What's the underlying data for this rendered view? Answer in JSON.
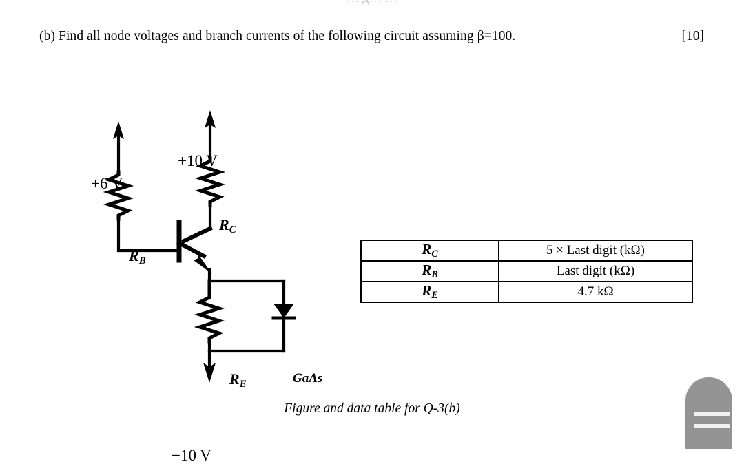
{
  "document": {
    "top_cutoff_text": "… д… …",
    "question": {
      "text": "(b) Find all node voltages and branch currents of the following circuit assuming β=100.",
      "marks": "[10]"
    },
    "caption": "Figure and data table for Q-3(b)"
  },
  "circuit": {
    "supply_positive_base": "+6 V",
    "supply_positive_collector": "+10 V",
    "supply_negative": "−10 V",
    "resistor_base": {
      "symbol": "R",
      "subscript": "B"
    },
    "resistor_collector": {
      "symbol": "R",
      "subscript": "C"
    },
    "resistor_emitter": {
      "symbol": "R",
      "subscript": "E"
    },
    "diode_label": "GaAs",
    "transistor_type": "npn",
    "line_color": "#000000"
  },
  "data_table": {
    "rows": [
      {
        "symbol": "R",
        "subscript": "C",
        "value": "5 × Last digit (kΩ)"
      },
      {
        "symbol": "R",
        "subscript": "B",
        "value": "Last digit (kΩ)"
      },
      {
        "symbol": "R",
        "subscript": "E",
        "value": "4.7 kΩ"
      }
    ]
  },
  "widget": {
    "handle_label": "drag-handle",
    "color": "#949494",
    "bar_color": "#f2f2f2"
  }
}
